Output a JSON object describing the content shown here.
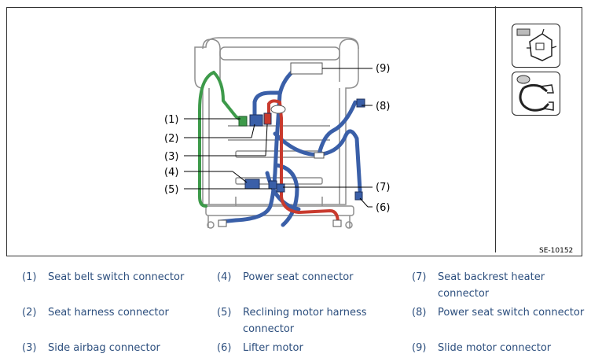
{
  "figure": {
    "code": "SE-10152",
    "callouts": [
      "(1)",
      "(2)",
      "(3)",
      "(4)",
      "(5)",
      "(6)",
      "(7)",
      "(8)",
      "(9)"
    ]
  },
  "legend": [
    {
      "num": "(1)",
      "text": "Seat belt switch connector"
    },
    {
      "num": "(2)",
      "text": "Seat harness connector"
    },
    {
      "num": "(3)",
      "text": "Side airbag connector"
    },
    {
      "num": "(4)",
      "text": "Power seat connector"
    },
    {
      "num": "(5)",
      "text": "Reclining motor harness connector"
    },
    {
      "num": "(6)",
      "text": "Lifter motor"
    },
    {
      "num": "(7)",
      "text": "Seat backrest heater connector"
    },
    {
      "num": "(8)",
      "text": "Power seat switch connector"
    },
    {
      "num": "(9)",
      "text": "Slide motor connector"
    }
  ],
  "colors": {
    "legend_text": "#2d4f7e",
    "harness_blue": "#3a5fa8",
    "harness_red": "#c83a2e",
    "harness_green": "#3d9a4a",
    "frame_gray": "#9a9a9a"
  }
}
